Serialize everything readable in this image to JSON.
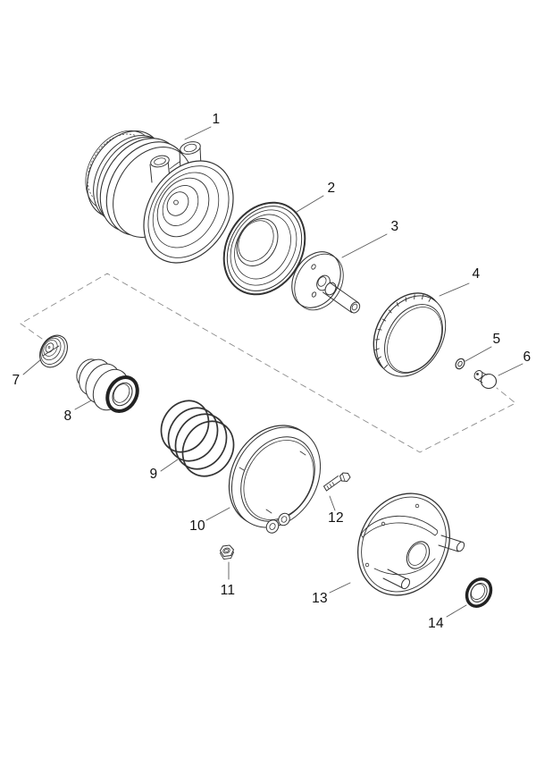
{
  "figure": {
    "kind": "exploded-parts-diagram",
    "background_color": "#ffffff",
    "line_color": "#333333",
    "dark_line_color": "#1f1f1f",
    "dashed_axis_color": "#8c8c8c",
    "leader_color": "#5a5a5a",
    "callout_text_color": "#111111"
  },
  "callouts": [
    {
      "label": "1"
    },
    {
      "label": "2"
    },
    {
      "label": "3"
    },
    {
      "label": "4"
    },
    {
      "label": "5"
    },
    {
      "label": "6"
    },
    {
      "label": "7"
    },
    {
      "label": "8"
    },
    {
      "label": "9"
    },
    {
      "label": "10"
    },
    {
      "label": "11"
    },
    {
      "label": "12"
    },
    {
      "label": "13"
    },
    {
      "label": "14"
    }
  ]
}
